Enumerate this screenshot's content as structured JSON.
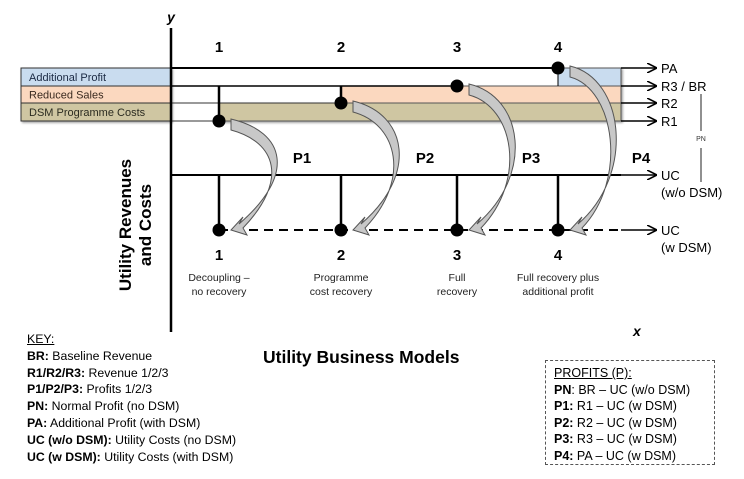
{
  "axes": {
    "y_label": "y",
    "x_label": "x",
    "y_title_line1": "Utility Revenues",
    "y_title_line2": "and Costs",
    "x_title": "Utility Business Models"
  },
  "legend_bands": [
    {
      "label": "Additional Profit",
      "color": "#c9dcef"
    },
    {
      "label": "Reduced Sales",
      "color": "#fbd8bf"
    },
    {
      "label": "DSM Programme Costs",
      "color": "#cfc6a2"
    }
  ],
  "columns": [
    {
      "number": "1",
      "desc_line1": "Decoupling –",
      "desc_line2": "no recovery",
      "profit": "P1"
    },
    {
      "number": "2",
      "desc_line1": "Programme",
      "desc_line2": "cost recovery",
      "profit": "P2"
    },
    {
      "number": "3",
      "desc_line1": "Full",
      "desc_line2": "recovery",
      "profit": "P3"
    },
    {
      "number": "4",
      "desc_line1": "Full recovery plus",
      "desc_line2": "additional profit",
      "profit": "P4"
    }
  ],
  "right_labels": {
    "pa": "PA",
    "r3_br": "R3 / BR",
    "r2": "R2",
    "r1": "R1",
    "pn": "PN",
    "uc_wo_line1": "UC",
    "uc_wo_line2": "(w/o DSM)",
    "uc_w_line1": "UC",
    "uc_w_line2": "(w DSM)"
  },
  "key": {
    "heading": "KEY:",
    "items": [
      {
        "term": "BR:",
        "def": " Baseline Revenue"
      },
      {
        "term": "R1/R2/R3:",
        "def": " Revenue 1/2/3"
      },
      {
        "term": "P1/P2/P3:",
        "def": " Profits 1/2/3"
      },
      {
        "term": "PN:",
        "def": " Normal Profit (no DSM)"
      },
      {
        "term": "PA:",
        "def": " Additional Profit (with DSM)"
      },
      {
        "term": "UC (w/o DSM):",
        "def": " Utility Costs (no DSM)"
      },
      {
        "term": "UC (w DSM):",
        "def": " Utility Costs (with DSM)"
      }
    ]
  },
  "profits_box": {
    "heading": "PROFITS (P):",
    "items": [
      {
        "term": "PN",
        "def": ": BR – UC (w/o DSM)"
      },
      {
        "term": "P1:",
        "def": " R1 – UC (w DSM)"
      },
      {
        "term": "P2:",
        "def": " R2 – UC (w DSM)"
      },
      {
        "term": "P3:",
        "def": " R3 – UC (w DSM)"
      },
      {
        "term": "P4:",
        "def": " PA – UC (w DSM)"
      }
    ]
  }
}
